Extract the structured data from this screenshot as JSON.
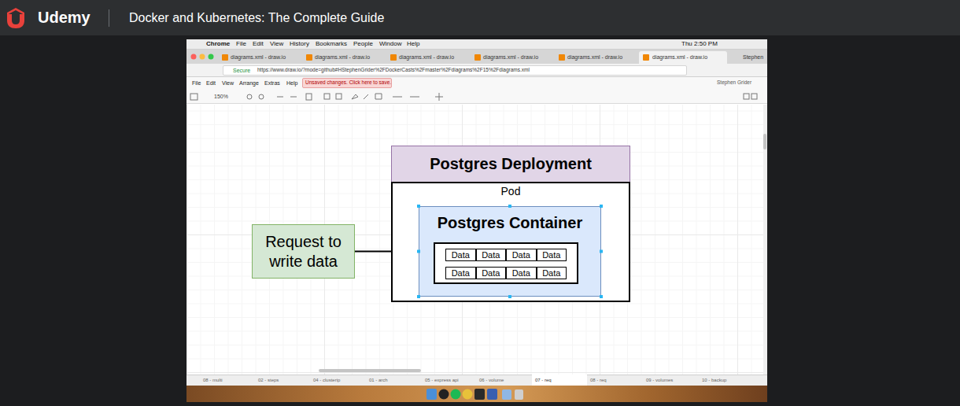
{
  "diagram": {
    "nodes": [
      {
        "text": [
          "Request to write data"
        ]
      },
      {
        "text": [
          "Postgres Deployment",
          "Pod"
        ]
      },
      {
        "text": [
          "Postgres Container"
        ],
        "in": 1
      },
      {
        "text": [
          "Data"
        ],
        "in": 2
      },
      {
        "text": [
          "Data"
        ],
        "in": 2
      },
      {
        "text": [
          "Data"
        ],
        "in": 2
      },
      {
        "text": [
          "Data"
        ],
        "in": 2
      },
      {
        "text": [
          "Data"
        ],
        "in": 2
      },
      {
        "text": [
          "Data"
        ],
        "in": 2
      },
      {
        "text": [
          "Data"
        ],
        "in": 2
      },
      {
        "text": [
          "Data"
        ],
        "in": 2
      }
    ],
    "edges": [
      {
        "from": 0,
        "to": 2,
        "arrow": "to"
      }
    ],
    "labels": [
      "Udemy",
      "Docker and Kubernetes: The Complete Guide",
      "Chrome",
      "File",
      "Edit",
      "View",
      "History",
      "Bookmarks",
      "People",
      "Window",
      "Help",
      "Thu 2:50 PM",
      "diagrams.xml - draw.io",
      "diagrams.xml - draw.io",
      "diagrams.xml - draw.io",
      "diagrams.xml - draw.io",
      "diagrams.xml - draw.io",
      "diagrams.xml - draw.io",
      "Stephen",
      "Secure",
      "https://www.draw.io/?mode=github#HStephenGrider%2FDockerCasts%2Fmaster%2Fdiagrams%2F15%2Fdiagrams.xml",
      "File",
      "Edit",
      "View",
      "Arrange",
      "Extras",
      "Help",
      "Unsaved changes. Click here to save.",
      "Stephen Grider",
      "150%",
      "08 - multi",
      "02 - steps",
      "04 - clusterip",
      "01 - arch",
      "05 - express api",
      "06 - volume",
      "07 - req",
      "08 - req",
      "09 - volumes",
      "10 - backup"
    ]
  }
}
